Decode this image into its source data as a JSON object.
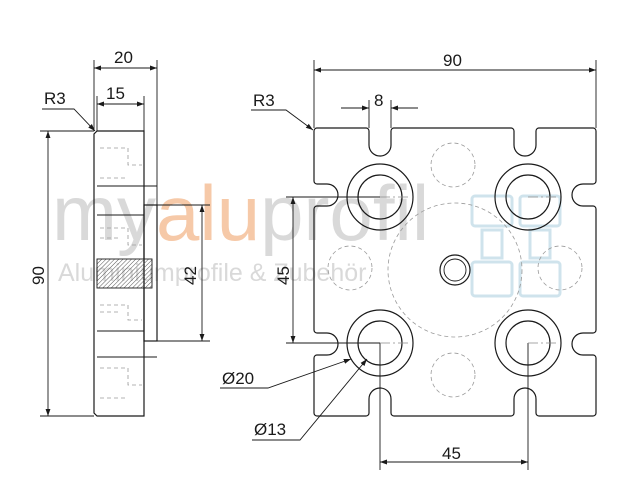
{
  "watermark": {
    "brand_pre": "my",
    "brand_accent": "alu",
    "brand_post": "profil",
    "tagline": "Aluminiumprofile & Zubehör",
    "brand_color_accent": "#f6c9a8",
    "brand_color_text": "#d9d9d9"
  },
  "side_view": {
    "dim_width_total": "20",
    "dim_width_plate": "15",
    "dim_radius": "R3",
    "dim_height": "90",
    "dim_boss_height": "42"
  },
  "front_view": {
    "dim_width": "90",
    "dim_slot_width": "8",
    "dim_radius": "R3",
    "dim_vertical_spacing": "45",
    "dim_horizontal_spacing": "45",
    "dim_counterbore_dia": "Ø20",
    "dim_hole_dia": "Ø13"
  },
  "colors": {
    "line": "#1a1a1a",
    "watermark_icon": "#cfe3ec"
  }
}
